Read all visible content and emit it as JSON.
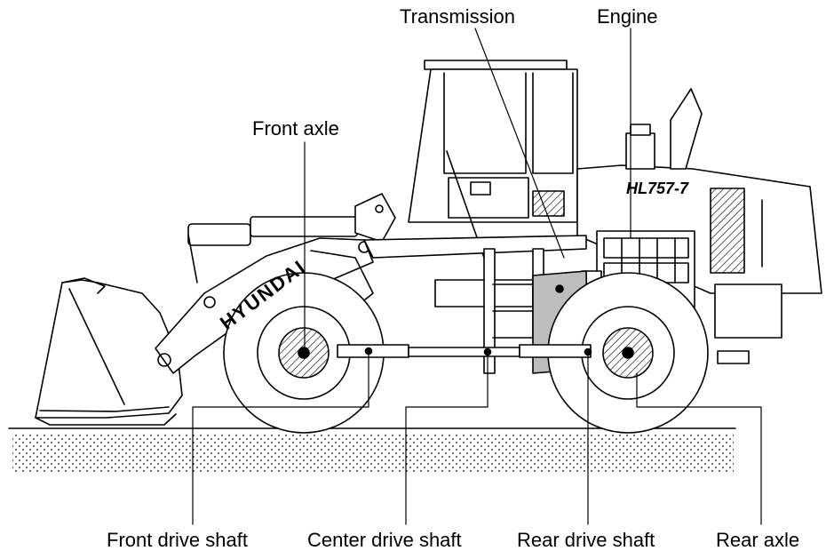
{
  "labels": {
    "transmission": "Transmission",
    "engine": "Engine",
    "front_axle": "Front axle",
    "front_drive_shaft": "Front drive shaft",
    "center_drive_shaft": "Center drive shaft",
    "rear_drive_shaft": "Rear drive shaft",
    "rear_axle": "Rear axle"
  },
  "machine": {
    "model": "HL757-7",
    "brand": "HYUNDAI"
  }
}
